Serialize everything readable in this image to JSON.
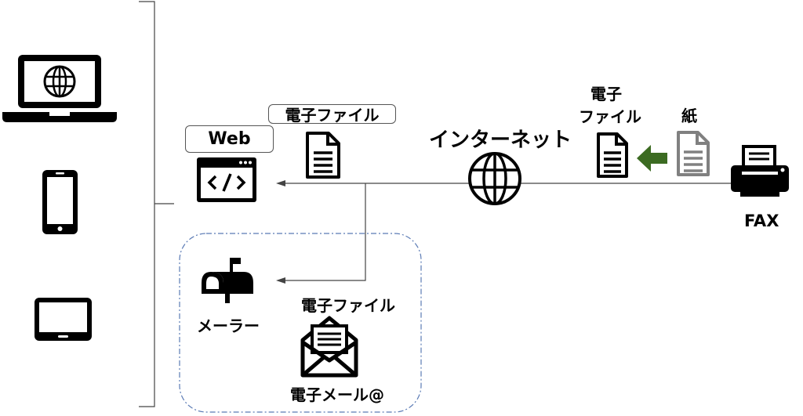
{
  "labels": {
    "web": "Web",
    "efile_top": "電子ファイル",
    "internet": "インターネット",
    "efile_right_line1": "電子",
    "efile_right_line2": "ファイル",
    "paper": "紙",
    "fax": "FAX",
    "mailer": "メーラー",
    "efile_mail": "電子ファイル",
    "email": "電子メール@"
  },
  "icons": {
    "laptop": "laptop-globe-icon",
    "smartphone": "smartphone-icon",
    "tablet": "tablet-icon",
    "web_code": "web-code-window-icon",
    "document": "document-icon",
    "globe": "globe-icon",
    "arrow": "left-arrow-icon",
    "paper": "paper-document-icon",
    "fax": "fax-printer-icon",
    "mailbox": "mailbox-icon",
    "envelope": "open-envelope-icon"
  },
  "colors": {
    "arrow": "#3c6b22",
    "paper": "#808080",
    "dashed_border": "#5b7bb5",
    "line": "#444444"
  }
}
